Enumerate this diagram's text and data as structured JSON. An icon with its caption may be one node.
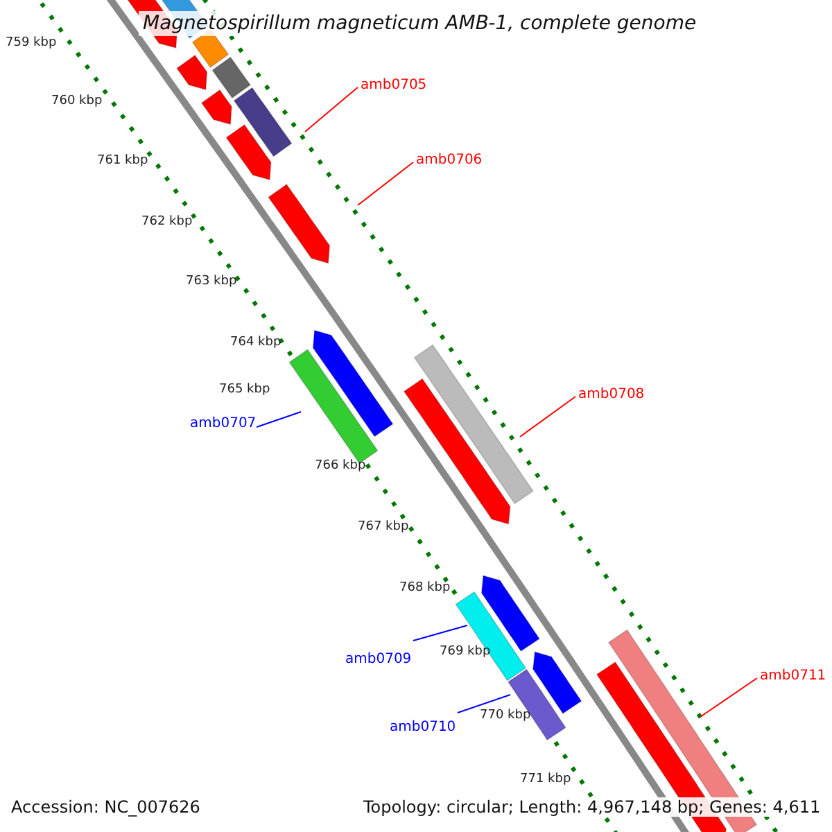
{
  "diagram": {
    "title": "Magnetospirillum magneticum AMB-1, complete genome",
    "nodes": [
      {
        "text": [
          "amb0705"
        ]
      },
      {
        "text": [
          "amb0706"
        ]
      },
      {
        "text": [
          "amb0708"
        ]
      },
      {
        "text": [
          "amb0707"
        ]
      },
      {
        "text": [
          "amb0709"
        ]
      },
      {
        "text": [
          "amb0711"
        ]
      },
      {
        "text": [
          "amb0710"
        ]
      }
    ],
    "edges": [
      {
        "from": 0,
        "to": null,
        "arrow": "none"
      },
      {
        "from": 1,
        "to": null,
        "arrow": "none"
      },
      {
        "from": 2,
        "to": null,
        "arrow": "none"
      },
      {
        "from": 3,
        "to": null,
        "arrow": "none",
        "color": "#0000ff"
      },
      {
        "from": 4,
        "to": null,
        "arrow": "none",
        "color": "#0000ff"
      },
      {
        "from": 5,
        "to": null,
        "arrow": "none"
      },
      {
        "from": 6,
        "to": null,
        "arrow": "none",
        "color": "#0000ff"
      }
    ],
    "labels": [
      "759 kbp",
      "760 kbp",
      "761 kbp",
      "762 kbp",
      "763 kbp",
      "764 kbp",
      "765 kbp",
      "766 kbp",
      "767 kbp",
      "768 kbp",
      "769 kbp",
      "770 kbp",
      "771 kbp",
      "Accession: NC_007626",
      "Topology: circular; Length: 4,967,148 bp; Genes: 4,611"
    ]
  }
}
